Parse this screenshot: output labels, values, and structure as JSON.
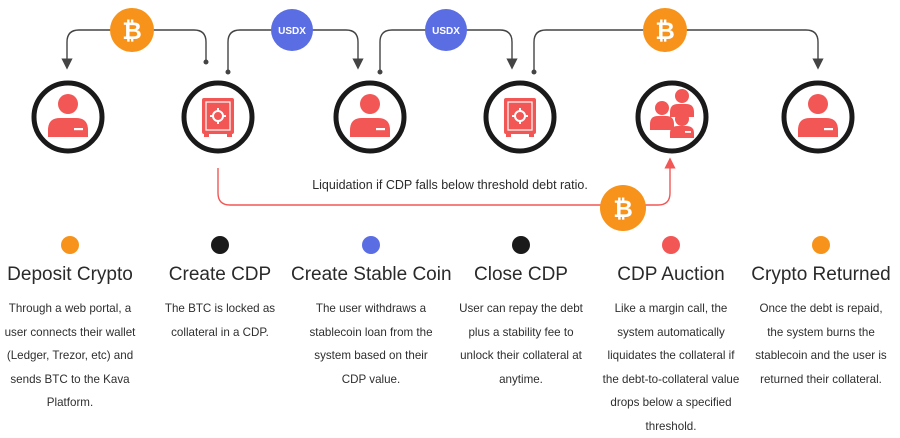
{
  "colors": {
    "orange": "#f7931a",
    "blue": "#5b6de3",
    "red": "#f25755",
    "black": "#1a1a1a",
    "connector": "#444444"
  },
  "tokens": {
    "btc_symbol": "₿",
    "usdx_label": "USDX"
  },
  "liquidation_caption": "Liquidation if CDP falls below threshold debt ratio.",
  "steps": [
    {
      "icon": "user-icon",
      "dot_color": "orange",
      "title": "Deposit Crypto",
      "description": "Through a web portal, a user connects their wallet (Ledger, Trezor, etc) and sends BTC to the Kava Platform."
    },
    {
      "icon": "vault-icon",
      "dot_color": "black",
      "title": "Create CDP",
      "description": "The BTC is locked as collateral in a CDP."
    },
    {
      "icon": "user-icon",
      "dot_color": "blue",
      "title": "Create Stable Coin",
      "description": "The user withdraws a stablecoin loan from the system based on their CDP value."
    },
    {
      "icon": "vault-icon",
      "dot_color": "black",
      "title": "Close CDP",
      "description": "User can repay the debt plus a stability fee to unlock their collateral at anytime."
    },
    {
      "icon": "users-group-icon",
      "dot_color": "red",
      "title": "CDP Auction",
      "description": "Like a margin call, the system automatically liquidates the collateral if the debt-to-collateral value drops below a specified threshold."
    },
    {
      "icon": "user-icon",
      "dot_color": "orange",
      "title": "Crypto Returned",
      "description": "Once the debt is repaid, the system burns the stablecoin and the user is returned their collateral."
    }
  ]
}
